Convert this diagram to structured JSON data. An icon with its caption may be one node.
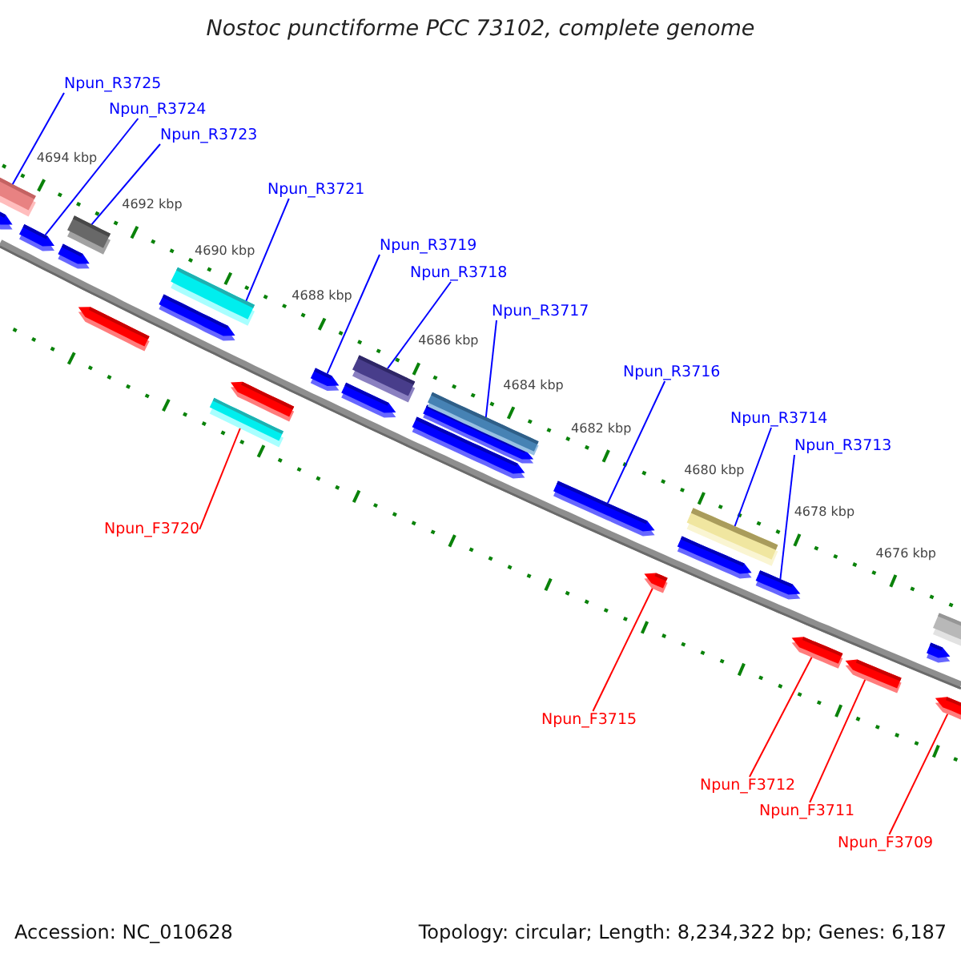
{
  "diagram": {
    "title": "Nostoc punctiforme PCC 73102, complete genome",
    "nodes": [
      {
        "text": [
          "Npun_R3725"
        ]
      },
      {
        "text": [
          "Npun_R3724"
        ]
      },
      {
        "text": [
          "Npun_R3723"
        ]
      },
      {
        "text": [
          "Npun_R3721"
        ]
      },
      {
        "text": [
          "Npun_R3719"
        ]
      },
      {
        "text": [
          "Npun_R3718"
        ]
      },
      {
        "text": [
          "Npun_R3717"
        ]
      },
      {
        "text": [
          "Npun_R3716"
        ]
      },
      {
        "text": [
          "Npun_R3714"
        ]
      },
      {
        "text": [
          "Npun_R3713"
        ]
      },
      {
        "text": [
          "Npun_F3720"
        ]
      },
      {
        "text": [
          "Npun_F3715"
        ]
      },
      {
        "text": [
          "Npun_F3712"
        ]
      },
      {
        "text": [
          "Npun_F3711"
        ]
      },
      {
        "text": [
          "Npun_F3709"
        ]
      },
      {
        "text": [],
        "shape": "arrow"
      },
      {
        "text": [],
        "shape": "bar"
      },
      {
        "text": [],
        "shape": "arrow"
      },
      {
        "text": [],
        "shape": "arrow"
      },
      {
        "text": [],
        "shape": "bar"
      },
      {
        "text": [],
        "shape": "arrow"
      },
      {
        "text": [],
        "shape": "arrow"
      },
      {
        "text": [],
        "shape": "bar"
      },
      {
        "text": [],
        "shape": "bar"
      },
      {
        "text": [],
        "shape": "arrow"
      },
      {
        "text": [],
        "shape": "arrow"
      },
      {
        "text": [],
        "shape": "arrow"
      },
      {
        "text": [],
        "shape": "bar"
      },
      {
        "text": [],
        "shape": "arrow"
      },
      {
        "text": [],
        "shape": "arrow"
      },
      {
        "text": [],
        "shape": "bar"
      },
      {
        "text": [],
        "shape": "arrow"
      },
      {
        "text": [],
        "shape": "arrow"
      },
      {
        "text": [],
        "shape": "arrow"
      },
      {
        "text": [],
        "shape": "bar"
      },
      {
        "text": [],
        "shape": "arrow"
      },
      {
        "text": [],
        "shape": "arrow"
      },
      {
        "text": [],
        "shape": "arrow"
      },
      {
        "text": [],
        "shape": "arrow"
      },
      {
        "text": [],
        "shape": "arrow"
      },
      {
        "text": [],
        "shape": "bar"
      }
    ],
    "edges": [
      {
        "from": 0,
        "to": 16,
        "arrow": "none"
      },
      {
        "from": 1,
        "to": 17,
        "arrow": "none"
      },
      {
        "from": 2,
        "to": 19,
        "arrow": "none"
      },
      {
        "from": 3,
        "to": 22,
        "arrow": "none"
      },
      {
        "from": 4,
        "to": 25,
        "arrow": "none"
      },
      {
        "from": 5,
        "to": 27,
        "arrow": "none"
      },
      {
        "from": 6,
        "to": 30,
        "arrow": "none"
      },
      {
        "from": 7,
        "to": 31,
        "arrow": "none"
      },
      {
        "from": 8,
        "to": 34,
        "arrow": "none"
      },
      {
        "from": 9,
        "to": 35,
        "arrow": "none"
      },
      {
        "from": 10,
        "to": 23,
        "arrow": "none",
        "color": "#ff0000"
      },
      {
        "from": 11,
        "to": 32,
        "arrow": "none",
        "color": "#ff0000"
      },
      {
        "from": 12,
        "to": 36,
        "arrow": "none",
        "color": "#ff0000"
      },
      {
        "from": 13,
        "to": 37,
        "arrow": "none",
        "color": "#ff0000"
      },
      {
        "from": 14,
        "to": 39,
        "arrow": "none",
        "color": "#ff0000"
      }
    ],
    "labels": [
      "4694 kbp",
      "4692 kbp",
      "4690 kbp",
      "4688 kbp",
      "4686 kbp",
      "4684 kbp",
      "4682 kbp",
      "4680 kbp",
      "4678 kbp",
      "4676 kbp",
      "Accession: NC_010628",
      "Topology: circular; Length: 8,234,322 bp; Genes: 6,187"
    ]
  }
}
